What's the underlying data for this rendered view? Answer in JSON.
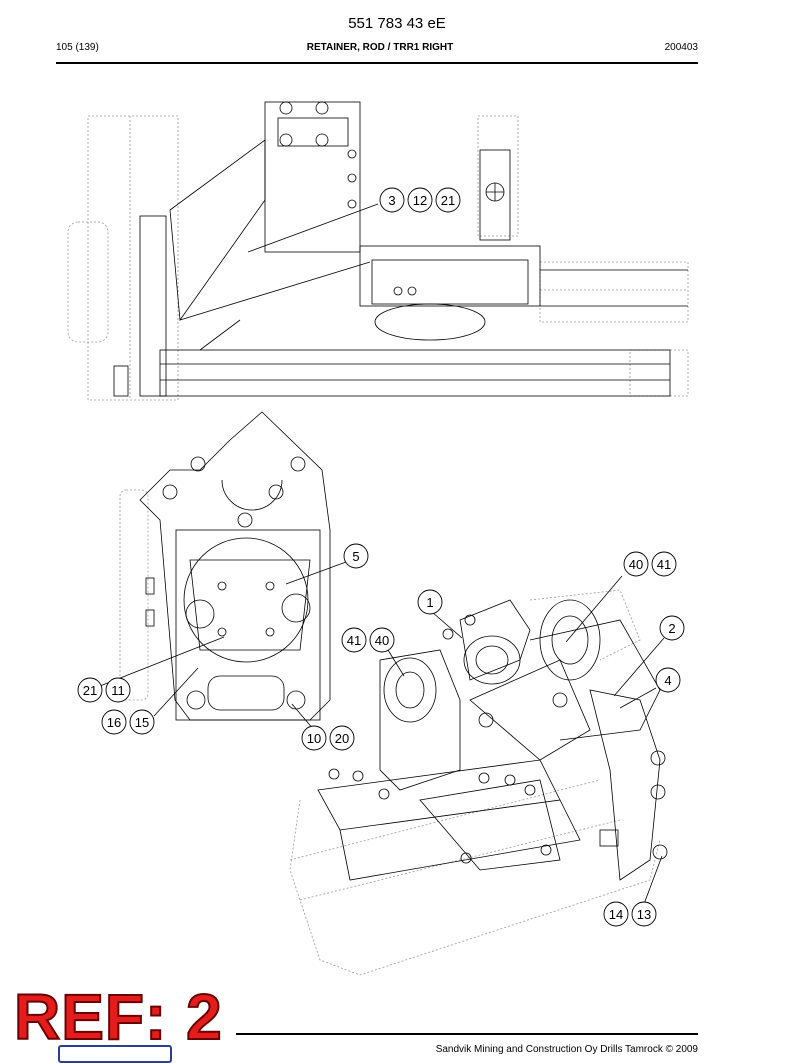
{
  "header": {
    "doc_number": "551 783 43 eE",
    "page": "105 (139)",
    "title": "RETAINER, ROD / TRR1 RIGHT",
    "date": "200403"
  },
  "callouts": {
    "top_view": [
      "3",
      "12",
      "21"
    ],
    "end_view": [
      "5",
      "21",
      "11",
      "16",
      "15",
      "10",
      "20"
    ],
    "iso_view": [
      "40",
      "41",
      "1",
      "41",
      "40",
      "2",
      "4",
      "14",
      "13"
    ]
  },
  "stamp": "REF: 2",
  "footer": {
    "copyright": "Sandvik Mining and Construction Oy Drills Tamrock © 2009"
  },
  "colors": {
    "stamp": "#e41c1c",
    "line": "#000000",
    "hidden_line": "#9a9a9a"
  }
}
